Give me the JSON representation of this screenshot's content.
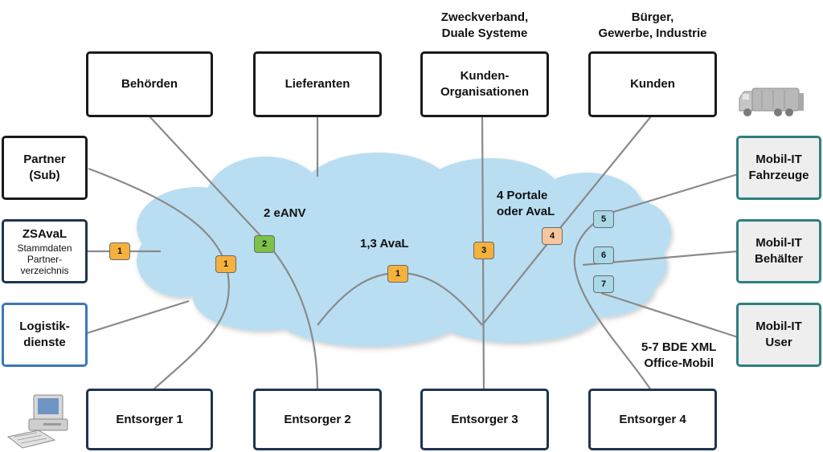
{
  "top_captions": {
    "zweckverband": [
      "Zweckverband,",
      "Duale Systeme"
    ],
    "buerger": [
      "Bürger,",
      "Gewerbe, Industrie"
    ]
  },
  "top_boxes": {
    "behoerden": [
      "Behörden"
    ],
    "lieferanten": [
      "Lieferanten"
    ],
    "kunden_org": [
      "Kunden-",
      "Organisationen"
    ],
    "kunden": [
      "Kunden"
    ]
  },
  "left_boxes": {
    "partner": [
      "Partner",
      "(Sub)"
    ],
    "zsaval_title": "ZSAvaL",
    "zsaval_sub": [
      "Stammdaten",
      "Partner-",
      "verzeichnis"
    ],
    "logistik": [
      "Logistik-",
      "dienste"
    ]
  },
  "right_boxes": {
    "fahrzeuge": [
      "Mobil-IT",
      "Fahrzeuge"
    ],
    "behaelter": [
      "Mobil-IT",
      "Behälter"
    ],
    "user": [
      "Mobil-IT",
      "User"
    ]
  },
  "bottom_boxes": {
    "entsorger1": "Entsorger 1",
    "entsorger2": "Entsorger 2",
    "entsorger3": "Entsorger 3",
    "entsorger4": "Entsorger 4"
  },
  "cloud_labels": {
    "eanv": "2 eANV",
    "aval": "1,3 AvaL",
    "portale": [
      "4 Portale",
      "oder AvaL"
    ],
    "bde": [
      "5-7 BDE XML",
      "Office-Mobil"
    ]
  },
  "badges": {
    "zsaval": "1",
    "cloud_left": "1",
    "eanv": "2",
    "center": "1",
    "three": "3",
    "four": "4",
    "five": "5",
    "six": "6",
    "seven": "7"
  },
  "icons": [
    "garbage-truck-icon",
    "computer-icon"
  ],
  "colors": {
    "cloud": "#b9def2",
    "connector": "#8a8a8a",
    "badge_orange": "#f4b13d",
    "badge_green": "#7cc24a",
    "badge_peach": "#f7c69f",
    "badge_teal": "#a9d8e6",
    "box_teal_border": "#2f7f7f",
    "box_navy_border": "#1d3550",
    "box_blue_border": "#3b78b7"
  }
}
